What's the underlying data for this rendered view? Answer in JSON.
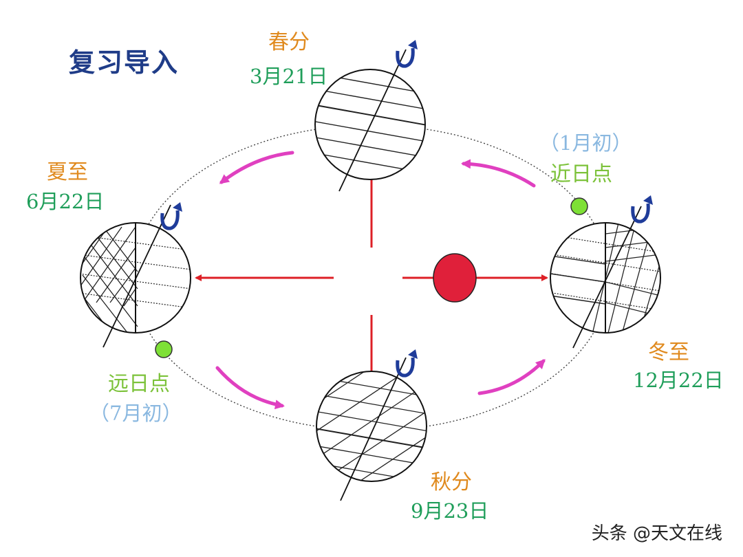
{
  "title": "复习导入",
  "colors": {
    "term": "#e08a1e",
    "date": "#1f9e5a",
    "apsis": "#7cc23a",
    "paren": "#8ab8e0",
    "title": "#1f3c88",
    "sun": "#e0203a",
    "arrow_red": "#dd1f26",
    "arrow_magenta": "#e040c0",
    "spin_arrow": "#1f3c9a"
  },
  "seasons": {
    "spring": {
      "term": "春分",
      "date": "3月21日"
    },
    "summer": {
      "term": "夏至",
      "date": "6月22日"
    },
    "autumn": {
      "term": "秋分",
      "date": "9月23日"
    },
    "winter": {
      "term": "冬至",
      "date": "12月22日"
    }
  },
  "perihelion": {
    "label": "近日点",
    "time": "（1月初）"
  },
  "aphelion": {
    "label": "远日点",
    "time": "（7月初）"
  },
  "watermark": "头条 @天文在线"
}
